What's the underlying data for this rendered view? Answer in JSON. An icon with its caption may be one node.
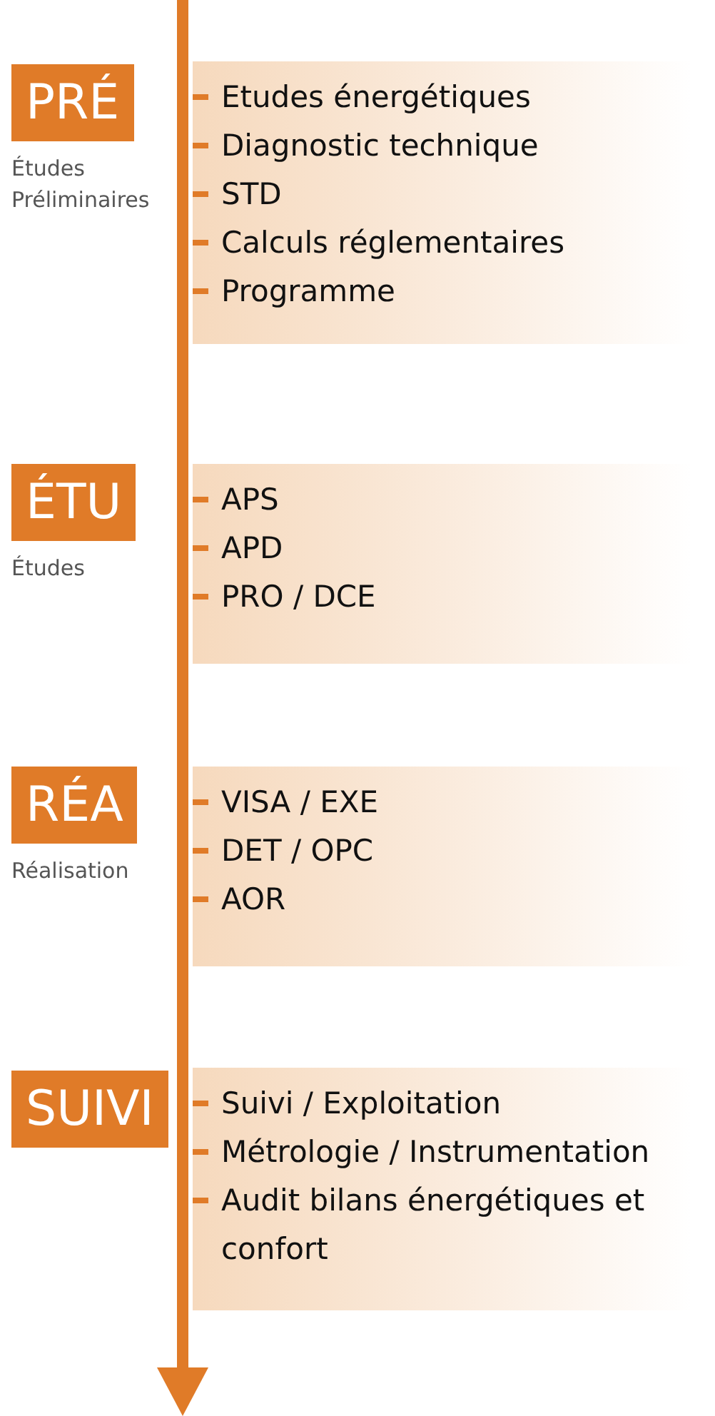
{
  "diagram": {
    "nodes": [
      {
        "text": [
          "PRÉ"
        ],
        "beside": [
          "Études Préliminaires"
        ]
      },
      {
        "text": [
          "Etudes énergétiques",
          "Diagnostic technique",
          "STD",
          "Calculs réglementaires",
          "Programme"
        ]
      },
      {
        "text": [
          "ÉTU"
        ],
        "beside": [
          "Études"
        ]
      },
      {
        "text": [
          "APS",
          "APD",
          "PRO / DCE"
        ]
      },
      {
        "text": [
          "RÉA"
        ],
        "beside": [
          "Réalisation"
        ]
      },
      {
        "text": [
          "VISA / EXE",
          "DET / OPC",
          "AOR"
        ]
      },
      {
        "text": [
          "SUIVI"
        ]
      },
      {
        "text": [
          "Suivi / Exploitation",
          "Métrologie / Instrumentation",
          "Audit bilans énergétiques et confort"
        ]
      }
    ]
  }
}
